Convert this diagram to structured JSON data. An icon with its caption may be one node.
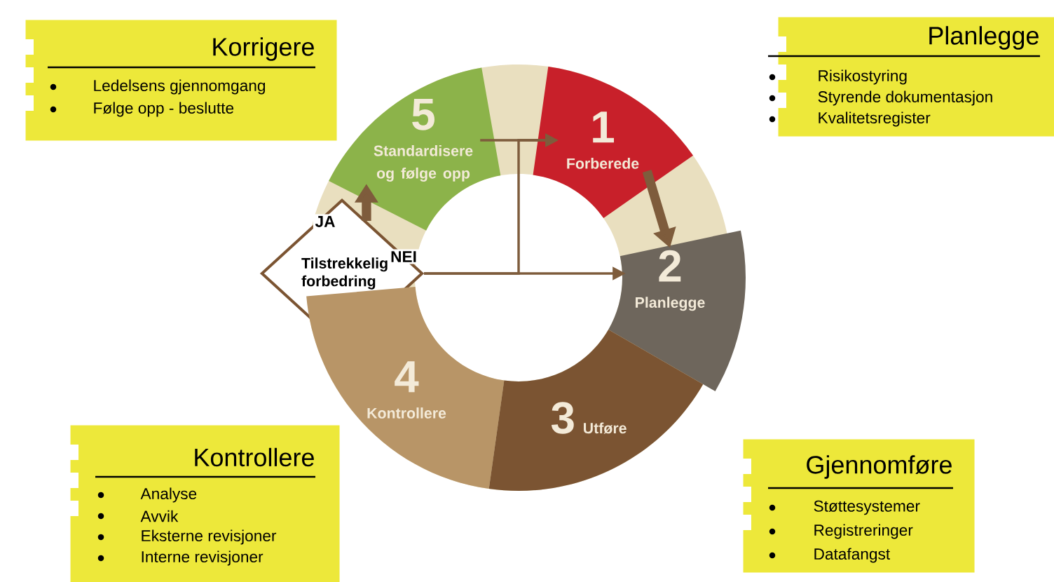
{
  "diagram": {
    "nodes": [
      {
        "text": [
          "Korrigere",
          "Ledelsens gjennomgang",
          "Følge opp - beslutte"
        ]
      },
      {
        "text": [
          "Planlegge",
          "Risikostyring",
          "Styrende dokumentasjon",
          "Kvalitetsregister"
        ]
      },
      {
        "text": [
          "5",
          "Standardisere og følge opp"
        ]
      },
      {
        "text": [
          "1",
          "Forberede"
        ]
      },
      {
        "text": [
          "2",
          "Planlegge"
        ]
      },
      {
        "text": [
          "Tilstrekkelig forbedring"
        ]
      },
      {
        "text": [
          "4",
          "Kontrollere"
        ]
      },
      {
        "text": [
          "3",
          "Utføre"
        ]
      },
      {
        "text": [
          "Kontrollere",
          "Analyse",
          "Avvik",
          "Eksterne revisjoner",
          "Interne revisjoner"
        ]
      },
      {
        "text": [
          "Gjennomføre",
          "Støttesystemer",
          "Registreringer",
          "Datafangst"
        ]
      }
    ],
    "edges": [
      {
        "from": 3,
        "to": 4,
        "arrow": "to",
        "style": "thick"
      },
      {
        "from": 2,
        "to": 3,
        "arrow": "to"
      },
      {
        "from": 5,
        "to": 2,
        "arrow": "to",
        "style": "thick",
        "label": "JA"
      },
      {
        "from": 5,
        "to": 4,
        "arrow": "to",
        "label": "NEI"
      },
      {
        "from": 5,
        "to": 3,
        "arrow": "to"
      }
    ]
  }
}
